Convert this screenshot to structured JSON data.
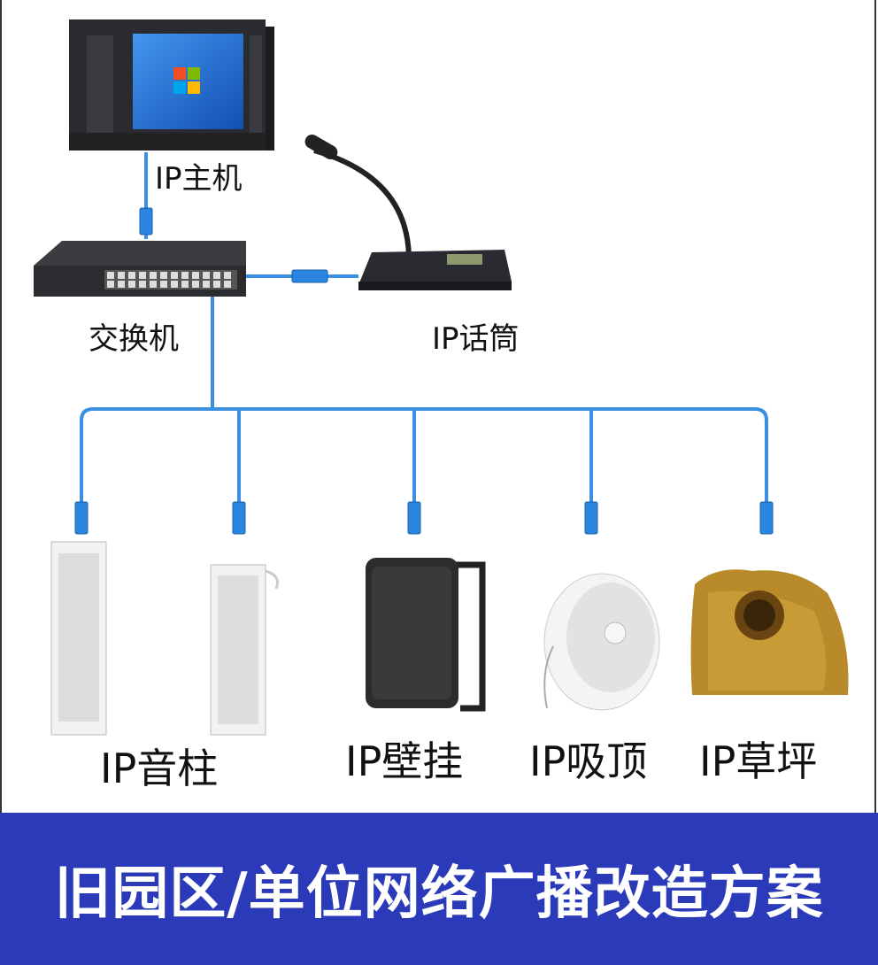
{
  "colors": {
    "cable": "#3a8fe0",
    "banner": "#2b3ab8",
    "banner_text": "#ffffff"
  },
  "nodes": {
    "host": {
      "label": "IP主机"
    },
    "switch": {
      "label": "交换机"
    },
    "mic": {
      "label": "IP话筒"
    }
  },
  "speakers": [
    {
      "label": "IP音柱"
    },
    {
      "label": "IP壁挂"
    },
    {
      "label": "IP吸顶"
    },
    {
      "label": "IP草坪"
    }
  ],
  "banner": {
    "title": "旧园区/单位网络广播改造方案"
  }
}
